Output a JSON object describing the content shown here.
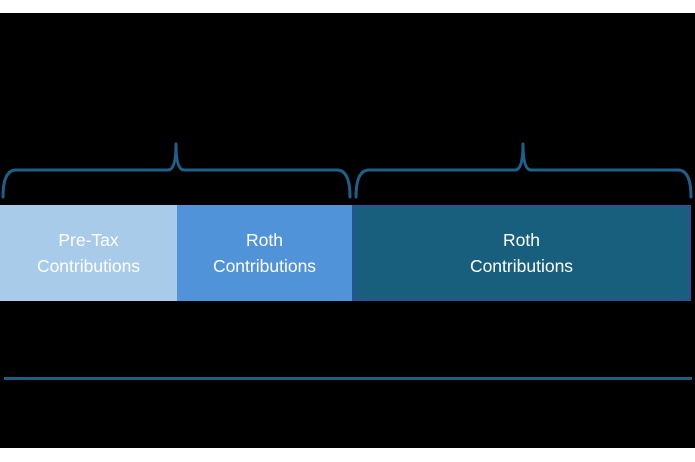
{
  "diagram": {
    "bars": [
      {
        "label_line1": "Pre-Tax",
        "label_line2": "Contributions",
        "fill": "#A9CBEA"
      },
      {
        "label_line1": "Roth",
        "label_line2": "Contributions",
        "fill": "#5093D9"
      },
      {
        "label_line1": "Roth",
        "label_line2": "Contributions",
        "fill": "#185F7E",
        "border": "#26548C"
      }
    ],
    "colors": {
      "background": "#000000",
      "page_margin": "#FFFFFF",
      "brace": "#1E6089",
      "divider_line": "#1D5F82",
      "label_text": "#FFFFFF"
    }
  }
}
